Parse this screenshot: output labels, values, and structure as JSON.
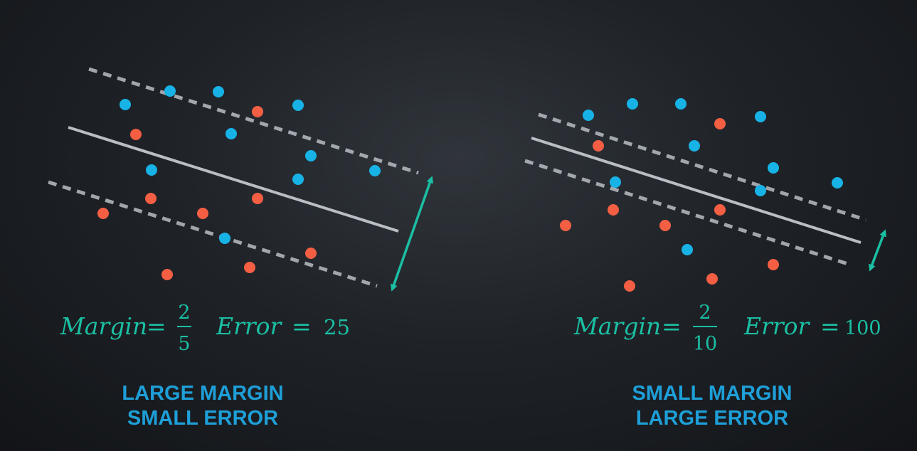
{
  "colors": {
    "background": "#1c1f23",
    "blue_point": "#17b3e6",
    "red_point": "#f45f43",
    "line": "#b8bec4",
    "arrow": "#1bbfa3",
    "formula": "#1bbfa3",
    "caption": "#1e9fd8"
  },
  "panels": [
    {
      "margin_label": "Margin",
      "equals": "=",
      "margin_numerator": "2",
      "margin_denominator": "5",
      "error_label": "Error",
      "error_equals": "=",
      "error_value": "25",
      "caption_line1": "LARGE MARGIN",
      "caption_line2": "SMALL ERROR"
    },
    {
      "margin_label": "Margin",
      "equals": "=",
      "margin_numerator": "2",
      "margin_denominator": "10",
      "error_label": "Error",
      "error_equals": "=",
      "error_value": "100",
      "caption_line1": "SMALL MARGIN",
      "caption_line2": "LARGE ERROR"
    }
  ]
}
